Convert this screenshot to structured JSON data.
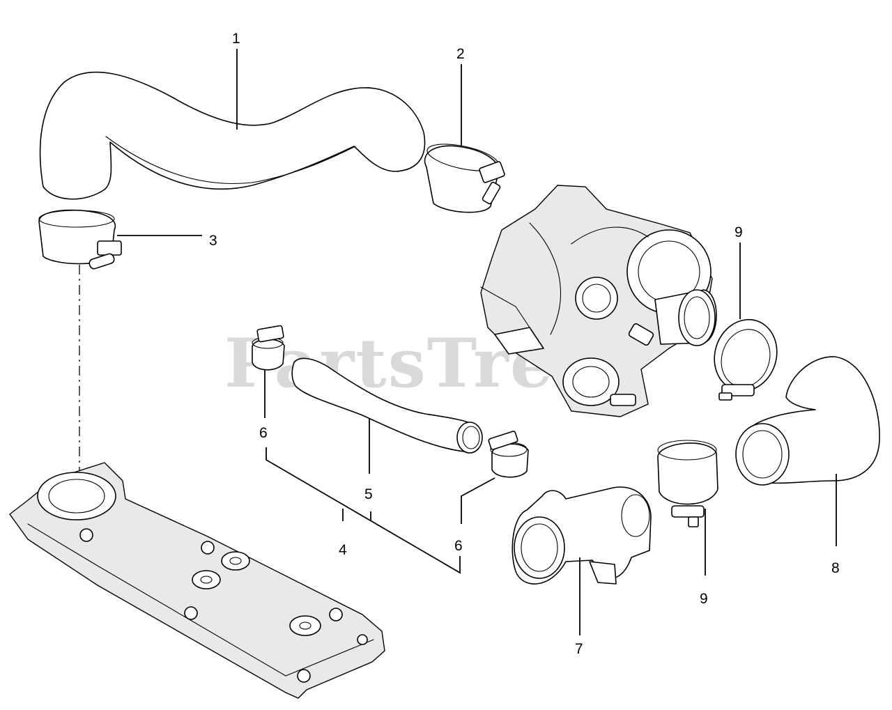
{
  "watermark": "PartsTree",
  "callouts": {
    "c1": "1",
    "c2": "2",
    "c3": "3",
    "c4": "4",
    "c5": "5",
    "c6a": "6",
    "c6b": "6",
    "c7": "7",
    "c8": "8",
    "c9a": "9",
    "c9b": "9"
  }
}
